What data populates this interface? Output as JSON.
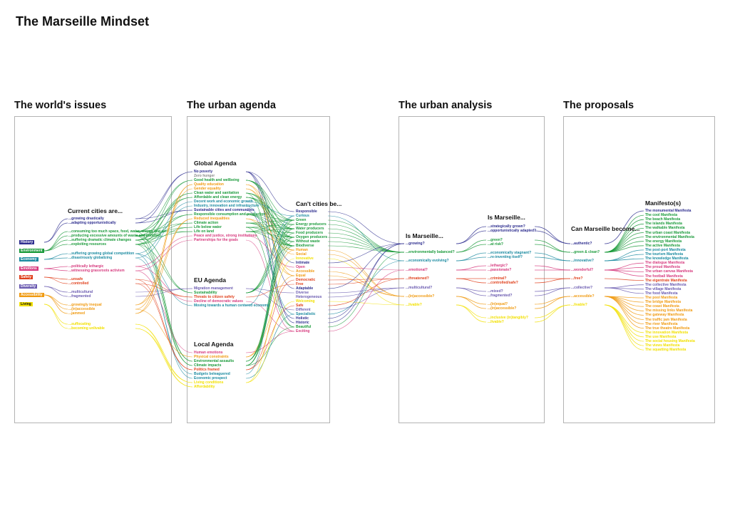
{
  "title": "The Marseille Mindset",
  "columns": [
    "The world's issues",
    "The urban agenda",
    "The urban analysis",
    "The proposals"
  ],
  "colors": {
    "history": "#2e2e8f",
    "environment": "#1a9a3a",
    "economy": "#1a8aa0",
    "emotions": "#d63a7e",
    "safety": "#e0401c",
    "diversity": "#6a5ab0",
    "accessibility": "#f09a10",
    "living": "#f2e000"
  },
  "issues": {
    "heading": "Current cities are...",
    "categories": [
      {
        "label": "History",
        "color": "history",
        "items": [
          "...growing drastically",
          "...adapting opportunistically"
        ]
      },
      {
        "label": "Environment",
        "color": "environment",
        "items": [
          "...consuming too much space, food, water, energy and air",
          "...producing excessive amounts of waste and pollution",
          "...suffering dramatic climate changes",
          "...exploiting resources"
        ]
      },
      {
        "label": "Economy",
        "color": "economy",
        "items": [
          "...suffering growing global competition",
          "...disastrously globalizing"
        ]
      },
      {
        "label": "Emotions",
        "color": "emotions",
        "items": [
          "...politically lethargic",
          "...witnessing grassroots activism"
        ]
      },
      {
        "label": "Safety",
        "color": "safety",
        "items": [
          "...unsafe",
          "...controlled"
        ]
      },
      {
        "label": "Diversity",
        "color": "diversity",
        "items": [
          "...multicultural",
          "...fragmented"
        ]
      },
      {
        "label": "Accessibility",
        "color": "accessibility",
        "items": [
          "...growingly inequal",
          "...(in)accessible",
          "...jammed"
        ]
      },
      {
        "label": "Living",
        "color": "living",
        "items": [
          "...suffocating",
          "...becoming unlivable"
        ]
      }
    ]
  },
  "agenda": {
    "global_heading": "Global Agenda",
    "global": [
      {
        "t": "No poverty",
        "c": "history"
      },
      {
        "t": "Zero hunger",
        "c": "grey"
      },
      {
        "t": "Good health and wellbeing",
        "c": "environment"
      },
      {
        "t": "Quality education",
        "c": "accessibility"
      },
      {
        "t": "Gender equality",
        "c": "accessibility"
      },
      {
        "t": "Clean water and sanitation",
        "c": "environment"
      },
      {
        "t": "Affordable and clean energy",
        "c": "environment"
      },
      {
        "t": "Decent work and economic growth",
        "c": "economy"
      },
      {
        "t": "Industry, innovation and infrastructure",
        "c": "economy"
      },
      {
        "t": "Sustainable cities and communities",
        "c": "history"
      },
      {
        "t": "Responsible consumption and production",
        "c": "environment"
      },
      {
        "t": "Reduced inequalities",
        "c": "accessibility"
      },
      {
        "t": "Climate action",
        "c": "environment"
      },
      {
        "t": "Life below water",
        "c": "environment"
      },
      {
        "t": "Life on land",
        "c": "environment"
      },
      {
        "t": "Peace and justice, strong institutions",
        "c": "emotions"
      },
      {
        "t": "Partnerships for the goals",
        "c": "emotions"
      }
    ],
    "eu_heading": "EU Agenda",
    "eu": [
      {
        "t": "Migration management",
        "c": "diversity"
      },
      {
        "t": "Sustainability",
        "c": "environment"
      },
      {
        "t": "Threats to citizen safety",
        "c": "safety"
      },
      {
        "t": "Decline of democratic values",
        "c": "emotions"
      },
      {
        "t": "Moving towards a human centered economy",
        "c": "economy"
      }
    ],
    "local_heading": "Local Agenda",
    "local": [
      {
        "t": "Human emotions",
        "c": "emotions"
      },
      {
        "t": "Physical constraints",
        "c": "accessibility"
      },
      {
        "t": "Environmental assaults",
        "c": "environment"
      },
      {
        "t": "Climate impacts",
        "c": "environment"
      },
      {
        "t": "Politics framed",
        "c": "safety"
      },
      {
        "t": "Budgets beleaguered",
        "c": "economy"
      },
      {
        "t": "Economic prospect",
        "c": "economy"
      },
      {
        "t": "Living conditions",
        "c": "living"
      },
      {
        "t": "Affordability",
        "c": "living"
      }
    ],
    "cities_heading": "Can't cities be...",
    "cities": [
      {
        "t": "Responsible",
        "c": "history"
      },
      {
        "t": "Curious",
        "c": "economy"
      },
      {
        "t": "Green",
        "c": "environment"
      },
      {
        "t": "Energy producers",
        "c": "environment"
      },
      {
        "t": "Water producers",
        "c": "environment"
      },
      {
        "t": "Food producers",
        "c": "environment"
      },
      {
        "t": "Oxygen producers",
        "c": "environment"
      },
      {
        "t": "Without waste",
        "c": "environment"
      },
      {
        "t": "Biodiverse",
        "c": "environment"
      },
      {
        "t": "Human",
        "c": "accessibility"
      },
      {
        "t": "Social",
        "c": "accessibility"
      },
      {
        "t": "Innovative",
        "c": "living"
      },
      {
        "t": "Intimate",
        "c": "history"
      },
      {
        "t": "Open",
        "c": "emotions"
      },
      {
        "t": "Accessible",
        "c": "accessibility"
      },
      {
        "t": "Equal",
        "c": "accessibility"
      },
      {
        "t": "Democratic",
        "c": "safety"
      },
      {
        "t": "Free",
        "c": "safety"
      },
      {
        "t": "Adaptable",
        "c": "history"
      },
      {
        "t": "Diverse",
        "c": "diversity"
      },
      {
        "t": "Heterogeneous",
        "c": "diversity"
      },
      {
        "t": "Welcoming",
        "c": "living"
      },
      {
        "t": "Safe",
        "c": "safety"
      },
      {
        "t": "Different",
        "c": "diversity"
      },
      {
        "t": "Specialistic",
        "c": "economy"
      },
      {
        "t": "Holistic",
        "c": "history"
      },
      {
        "t": "Historic",
        "c": "history"
      },
      {
        "t": "Beautiful",
        "c": "environment"
      },
      {
        "t": "Exciting",
        "c": "emotions"
      }
    ]
  },
  "analysis": {
    "heading1": "Is Marseille...",
    "left": [
      {
        "t": "...growing?",
        "c": "history"
      },
      {
        "t": "...environmentally balanced?",
        "c": "environment"
      },
      {
        "t": "...economically evolving?",
        "c": "economy"
      },
      {
        "t": "...emotional?",
        "c": "emotions"
      },
      {
        "t": "...threatened?",
        "c": "safety"
      },
      {
        "t": "...multicultural?",
        "c": "diversity"
      },
      {
        "t": "...(in)accessible?",
        "c": "accessibility"
      },
      {
        "t": "...livable?",
        "c": "living"
      }
    ],
    "heading2": "Is Marseille...",
    "right": [
      {
        "t": "...strategically grown?",
        "c": "history"
      },
      {
        "t": "...opportunistically adapted?",
        "c": "history"
      },
      {
        "t": "...green?",
        "c": "environment"
      },
      {
        "t": "...at risk?",
        "c": "environment"
      },
      {
        "t": "...economically stagnant?",
        "c": "economy"
      },
      {
        "t": "...re-inventing itself?",
        "c": "economy"
      },
      {
        "t": "...lethargic?",
        "c": "emotions"
      },
      {
        "t": "...passionate?",
        "c": "emotions"
      },
      {
        "t": "...criminal?",
        "c": "safety"
      },
      {
        "t": "...controlled/safe?",
        "c": "safety"
      },
      {
        "t": "...mixed?",
        "c": "diversity"
      },
      {
        "t": "...fragmented?",
        "c": "diversity"
      },
      {
        "t": "...(in)equal?",
        "c": "accessibility"
      },
      {
        "t": "...(in)accessible?",
        "c": "accessibility"
      },
      {
        "t": "...inclusive (in)tangibly?",
        "c": "living"
      },
      {
        "t": "...livable?",
        "c": "living"
      }
    ]
  },
  "proposals": {
    "heading1": "Can Marseille become...",
    "left": [
      {
        "t": "...authentic?",
        "c": "history"
      },
      {
        "t": "...green & clean?",
        "c": "environment"
      },
      {
        "t": "...innovative?",
        "c": "economy"
      },
      {
        "t": "...wonderful?",
        "c": "emotions"
      },
      {
        "t": "...free?",
        "c": "safety"
      },
      {
        "t": "...collective?",
        "c": "diversity"
      },
      {
        "t": "...accessible?",
        "c": "accessibility"
      },
      {
        "t": "...livable?",
        "c": "living"
      }
    ],
    "heading2": "Manifesto(s)",
    "manifestos": [
      {
        "t": "The monumental Manifesta",
        "c": "history"
      },
      {
        "t": "The cool Manifesta",
        "c": "environment"
      },
      {
        "t": "The beach Manifesta",
        "c": "environment"
      },
      {
        "t": "The islands Manifesta",
        "c": "environment"
      },
      {
        "t": "The walkable Manifesta",
        "c": "environment"
      },
      {
        "t": "The urban coast Manifesta",
        "c": "environment"
      },
      {
        "t": "The environmental Manifesta",
        "c": "environment"
      },
      {
        "t": "The energy Manifesta",
        "c": "environment"
      },
      {
        "t": "The active Manifesta",
        "c": "environment"
      },
      {
        "t": "The post-port Manifesta",
        "c": "economy"
      },
      {
        "t": "The tourism Manifesta",
        "c": "economy"
      },
      {
        "t": "The knowledge Manifesta",
        "c": "economy"
      },
      {
        "t": "The dialogue Manifesta",
        "c": "emotions"
      },
      {
        "t": "The proud Manifesta",
        "c": "emotions"
      },
      {
        "t": "The urban canvas Manifesta",
        "c": "emotions"
      },
      {
        "t": "The football Manifesta",
        "c": "emotions"
      },
      {
        "t": "The eigentrate Manifesta",
        "c": "safety"
      },
      {
        "t": "The collective Manifesta",
        "c": "diversity"
      },
      {
        "t": "The village Manifesta",
        "c": "diversity"
      },
      {
        "t": "The food Manifesta",
        "c": "diversity"
      },
      {
        "t": "The pool Manifesta",
        "c": "accessibility"
      },
      {
        "t": "The bridge Manifesta",
        "c": "accessibility"
      },
      {
        "t": "The coast Manifesta",
        "c": "accessibility"
      },
      {
        "t": "The missing links Manifesta",
        "c": "accessibility"
      },
      {
        "t": "The gateway Manifesta",
        "c": "accessibility"
      },
      {
        "t": "The traffic jam Manifesta",
        "c": "accessibility"
      },
      {
        "t": "The river Manifesta",
        "c": "accessibility"
      },
      {
        "t": "The true theatre Manifesta",
        "c": "accessibility"
      },
      {
        "t": "The innovation Manifesta",
        "c": "living"
      },
      {
        "t": "The use Manifesta",
        "c": "living"
      },
      {
        "t": "The social housing Manifesta",
        "c": "living"
      },
      {
        "t": "The views Manifesta",
        "c": "living"
      },
      {
        "t": "The squatting Manifesta",
        "c": "living"
      }
    ]
  }
}
